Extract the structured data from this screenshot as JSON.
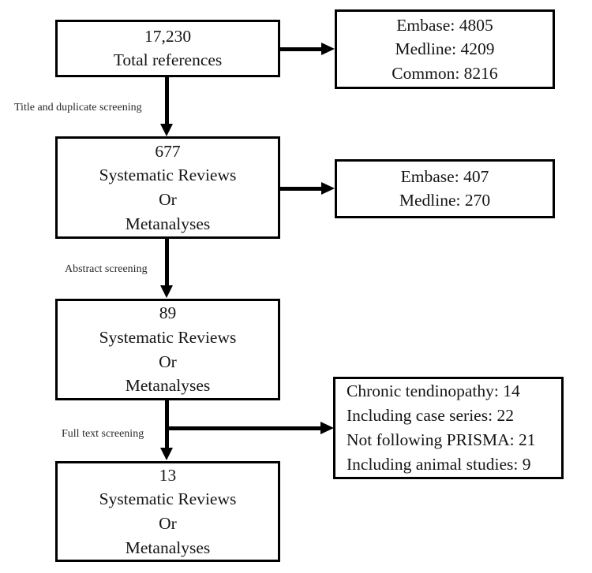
{
  "diagram": {
    "type": "flowchart",
    "colors": {
      "line": "#000000",
      "background": "#ffffff",
      "text": "#151515"
    },
    "main_boxes": [
      {
        "id": "total-references",
        "lines": [
          "17,230",
          "Total references"
        ]
      },
      {
        "id": "after-title-duplicate-screening",
        "lines": [
          "677",
          "Systematic Reviews",
          "Or",
          "Metanalyses"
        ]
      },
      {
        "id": "after-abstract-screening",
        "lines": [
          "89",
          "Systematic Reviews",
          "Or",
          "Metanalyses"
        ]
      },
      {
        "id": "after-full-text-screening",
        "lines": [
          "13",
          "Systematic Reviews",
          "Or",
          "Metanalyses"
        ]
      }
    ],
    "side_boxes": [
      {
        "id": "source-counts-initial",
        "lines": [
          "Embase: 4805",
          "Medline: 4209",
          "Common: 8216"
        ]
      },
      {
        "id": "source-counts-after-title-screening",
        "lines": [
          "Embase: 407",
          "Medline: 270"
        ]
      },
      {
        "id": "full-text-exclusion-reasons",
        "lines": [
          "Chronic tendinopathy: 14",
          "Including case series: 22",
          "Not following PRISMA: 21",
          "Including animal studies: 9"
        ]
      }
    ],
    "step_labels": [
      {
        "id": "title-duplicate-screening",
        "text": "Title and duplicate screening"
      },
      {
        "id": "abstract-screening",
        "text": "Abstract screening"
      },
      {
        "id": "full-text-screening",
        "text": "Full text screening"
      }
    ]
  }
}
